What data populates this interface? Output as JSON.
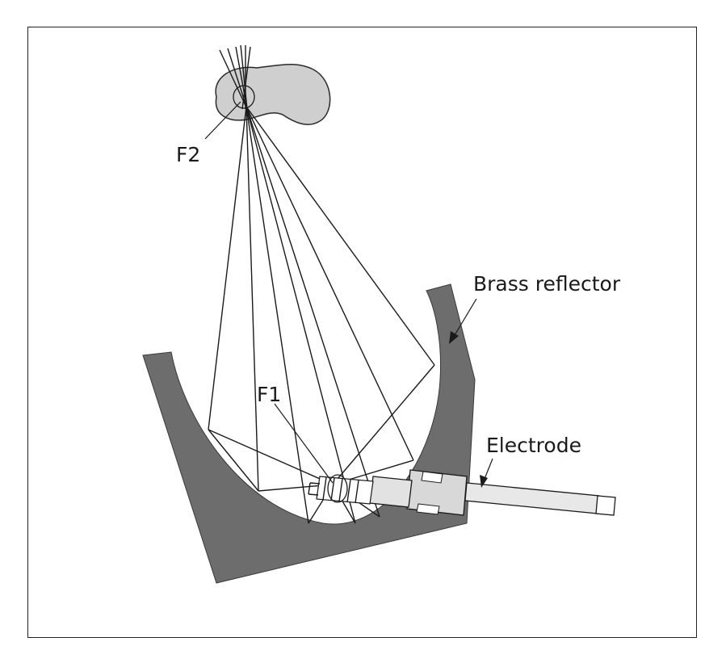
{
  "labels": {
    "f2": "F2",
    "f1": "F1",
    "brass_reflector": "Brass reflector",
    "electrode": "Electrode"
  },
  "colors": {
    "reflector": "#6d6d6d",
    "kidney": "#cfcfcf",
    "line": "#1a1a1a",
    "background": "#ffffff"
  }
}
